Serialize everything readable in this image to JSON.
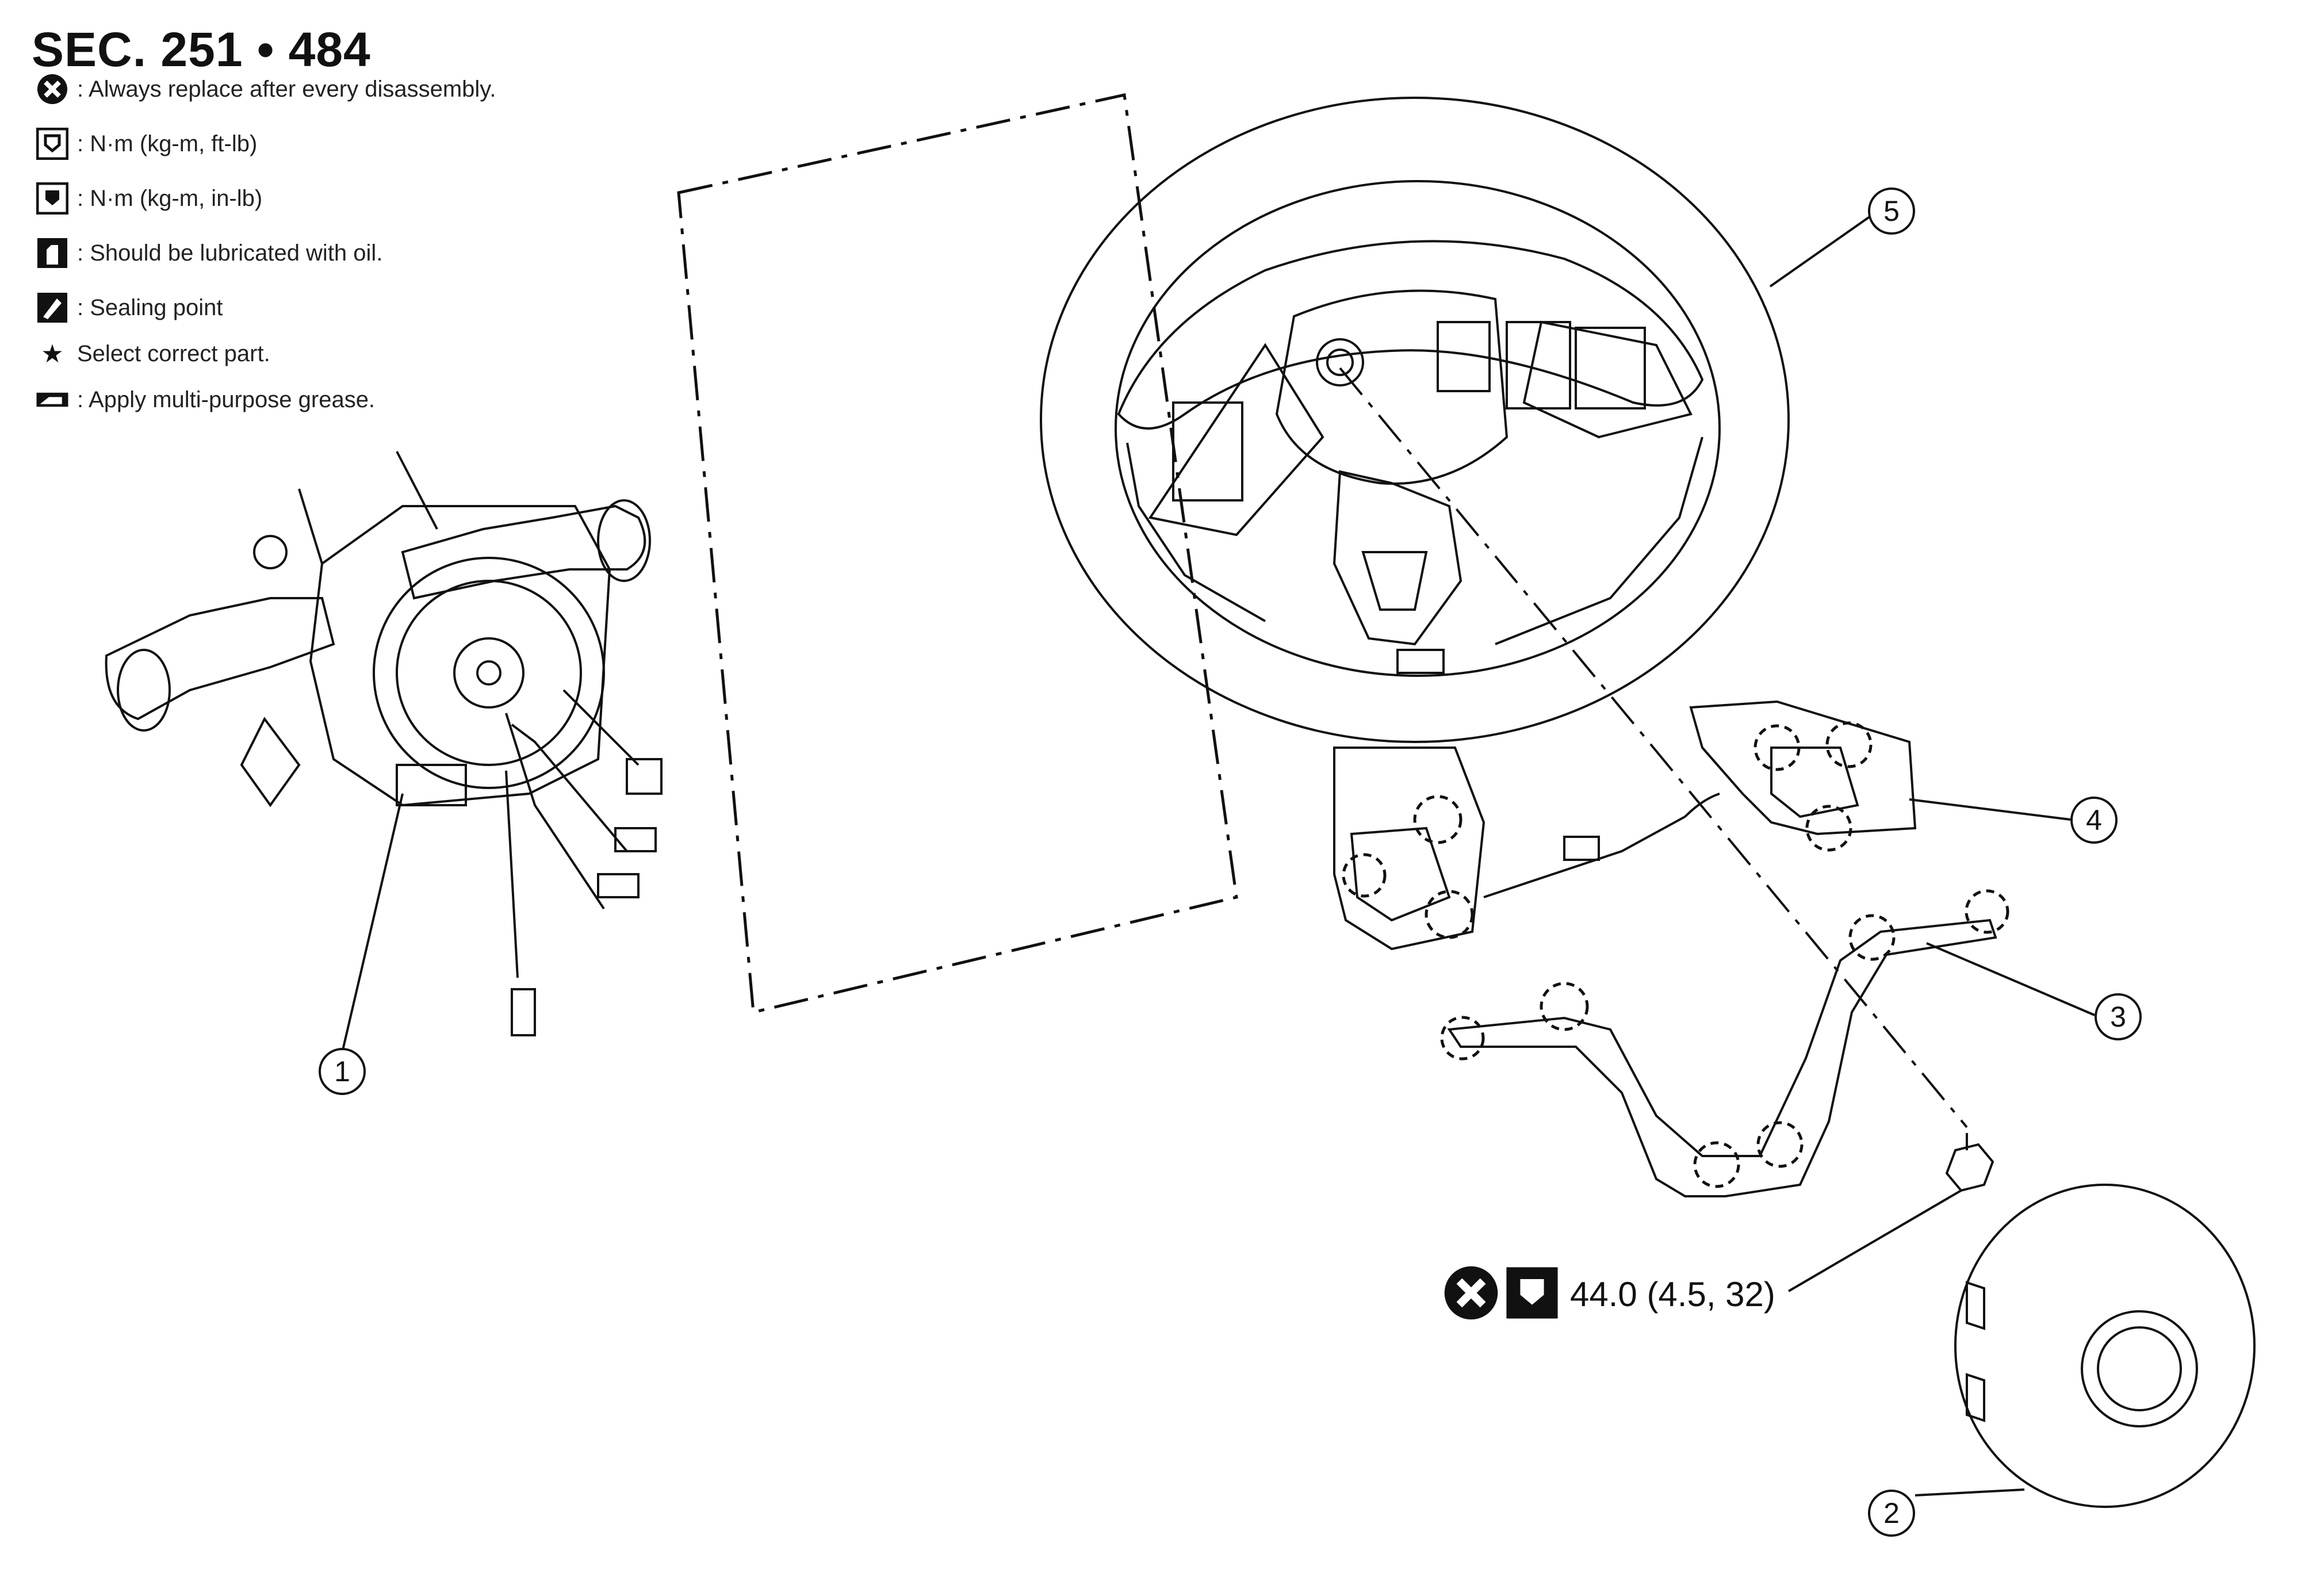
{
  "header": {
    "section": "SEC. 251 • 484"
  },
  "legend": [
    {
      "icon": "always-replace-icon",
      "text": ": Always replace after every disassembly."
    },
    {
      "icon": "torque-ft-lb-icon",
      "text": ": N·m (kg-m, ft-lb)"
    },
    {
      "icon": "torque-in-lb-icon",
      "text": ": N·m (kg-m, in-lb)"
    },
    {
      "icon": "oil-lubricate-icon",
      "text": ": Should be lubricated with oil."
    },
    {
      "icon": "sealing-point-icon",
      "text": ": Sealing point"
    },
    {
      "icon": "star-icon",
      "text": "Select correct part."
    },
    {
      "icon": "grease-icon",
      "text": ": Apply multi-purpose grease."
    }
  ],
  "callouts": [
    "1",
    "2",
    "3",
    "4",
    "5"
  ],
  "torque_spec": {
    "icons": [
      "always-replace-icon",
      "torque-ft-lb-icon"
    ],
    "value": "44.0 (4.5, 32)"
  }
}
